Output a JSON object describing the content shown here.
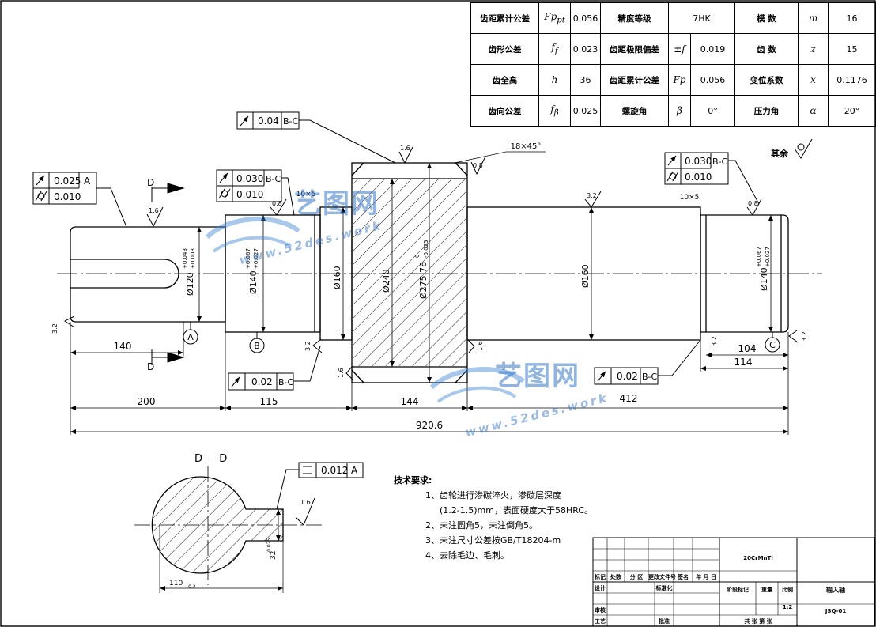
{
  "param_table": [
    [
      {
        "t": "齿距累计公差",
        "k": "lbl"
      },
      {
        "t": "Fp",
        "sub": "pt",
        "k": "sym"
      },
      {
        "t": "0.056"
      },
      {
        "t": "精度等级",
        "k": "lbl"
      },
      {
        "t": "7HK",
        "span": 2
      },
      {
        "t": "模  数",
        "k": "lbl"
      },
      {
        "t": "m",
        "k": "sym"
      },
      {
        "t": "16"
      }
    ],
    [
      {
        "t": "齿形公差",
        "k": "lbl"
      },
      {
        "t": "f",
        "sub": "f",
        "k": "sym"
      },
      {
        "t": "0.023"
      },
      {
        "t": "齿距极限偏差",
        "k": "lbl"
      },
      {
        "t": "±f",
        "k": "sym"
      },
      {
        "t": "0.019"
      },
      {
        "t": "齿  数",
        "k": "lbl"
      },
      {
        "t": "z",
        "k": "sym"
      },
      {
        "t": "15"
      }
    ],
    [
      {
        "t": "齿全高",
        "k": "lbl"
      },
      {
        "t": "h",
        "k": "sym"
      },
      {
        "t": "36"
      },
      {
        "t": "齿距累计公差",
        "k": "lbl"
      },
      {
        "t": "Fp",
        "k": "sym"
      },
      {
        "t": "0.056"
      },
      {
        "t": "变位系数",
        "k": "lbl"
      },
      {
        "t": "x",
        "k": "sym"
      },
      {
        "t": "0.1176"
      }
    ],
    [
      {
        "t": "齿向公差",
        "k": "lbl"
      },
      {
        "t": "f",
        "sub": "β",
        "k": "sym"
      },
      {
        "t": "0.025"
      },
      {
        "t": "螺旋角",
        "k": "lbl"
      },
      {
        "t": "β",
        "k": "sym"
      },
      {
        "t": "0°"
      },
      {
        "t": "压力角",
        "k": "lbl"
      },
      {
        "t": "α",
        "k": "sym"
      },
      {
        "t": "20°"
      }
    ]
  ],
  "remaining_roughness": "其余",
  "chamfer_note": "18×45°",
  "fcf": {
    "left_journal": [
      {
        "symbol": "runout",
        "value": "0.025",
        "datum": "A"
      },
      {
        "symbol": "cylindricity",
        "value": "0.010",
        "datum": ""
      }
    ],
    "bearing_left": [
      {
        "symbol": "runout",
        "value": "0.030",
        "datum": "B-C"
      },
      {
        "symbol": "cylindricity",
        "value": "0.010",
        "datum": ""
      }
    ],
    "gear_top": {
      "symbol": "runout",
      "value": "0.04",
      "datum": "B-C"
    },
    "shoulder_left": {
      "symbol": "runout",
      "value": "0.02",
      "datum": "B-C"
    },
    "shoulder_right": {
      "symbol": "runout",
      "value": "0.02",
      "datum": "B-C"
    },
    "bearing_right": [
      {
        "symbol": "runout",
        "value": "0.030",
        "datum": "B-C"
      },
      {
        "symbol": "cylindricity",
        "value": "0.010",
        "datum": ""
      }
    ],
    "keyway": {
      "symbol": "symmetry",
      "value": "0.012",
      "datum": "A"
    }
  },
  "datums": [
    "A",
    "B",
    "C"
  ],
  "section_mark": "D",
  "section_title": "D — D",
  "roughness": {
    "r16": "1.6",
    "r08": "0.8",
    "r32": "3.2"
  },
  "dims": {
    "d120": "Ø120",
    "d120_tol_up": "+0.048",
    "d120_tol_dn": "+0.003",
    "d140": "Ø140",
    "d140_tol_up": "+0.067",
    "d140_tol_dn": "+0.027",
    "d160": "Ø160",
    "d240": "Ø240",
    "d275": "Ø275.76",
    "d275_tol_up": "0",
    "d275_tol_dn": "-0.025",
    "d160b": "Ø160",
    "d140b": "Ø140",
    "d140b_tol_up": "+0.067",
    "d140b_tol_dn": "+0.027",
    "l140": "140",
    "l200": "200",
    "l115": "115",
    "l144": "144",
    "l412": "412",
    "l104": "104",
    "l114": "114",
    "l920": "920.6",
    "groove_left": "10×5",
    "groove_right": "10×5",
    "sec_110": "110",
    "sec_110_tol": "-0.2",
    "sec_key": "32",
    "sec_key_tol": "-0.025"
  },
  "tech": {
    "title": "技术要求:",
    "lines": [
      "1、齿轮进行渗碳淬火，渗碳层深度",
      "(1.2-1.5)mm，表面硬度大于58HRC。",
      "2、未注圆角5，未注倒角5。",
      "3、未注尺寸公差按GB/T18204-m",
      "4、去除毛边、毛刺。"
    ]
  },
  "title_block": {
    "material": "20CrMnTi",
    "part_name": "输入轴",
    "scale": "1:2",
    "sheet": "共  张  第  张",
    "drawing_no": "JSQ-01",
    "h_mark": "标记",
    "h_count": "处数",
    "h_zone": "分  区",
    "h_doc": "更改文件号",
    "h_sign": "签名",
    "h_date": "年 月 日",
    "design": "设计",
    "standard": "标准化",
    "stage": "阶段标记",
    "weight": "重量",
    "ratio": "比例",
    "review": "审核",
    "process": "工艺",
    "approve": "批准"
  },
  "watermark": {
    "title": "艺图网",
    "url": "www.52des.work"
  }
}
